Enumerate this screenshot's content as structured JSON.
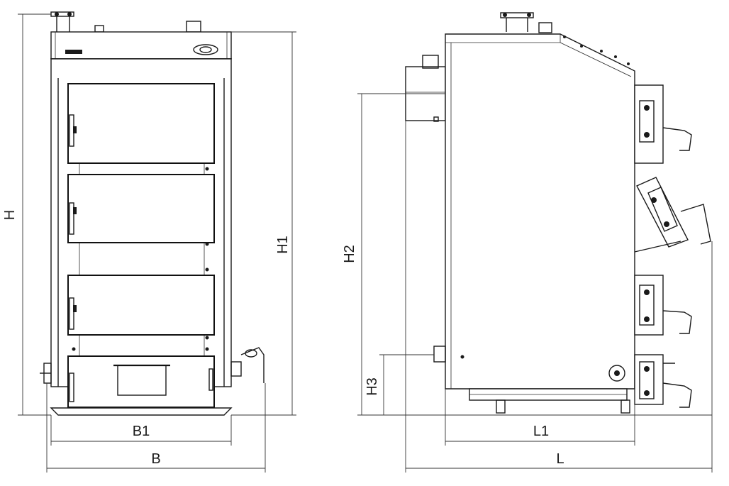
{
  "dimensions": {
    "H": "H",
    "H1": "H1",
    "H2": "H2",
    "H3": "H3",
    "B": "B",
    "B1": "B1",
    "L": "L",
    "L1": "L1"
  },
  "colors": {
    "line": "#1a1a1a",
    "background": "#ffffff"
  }
}
